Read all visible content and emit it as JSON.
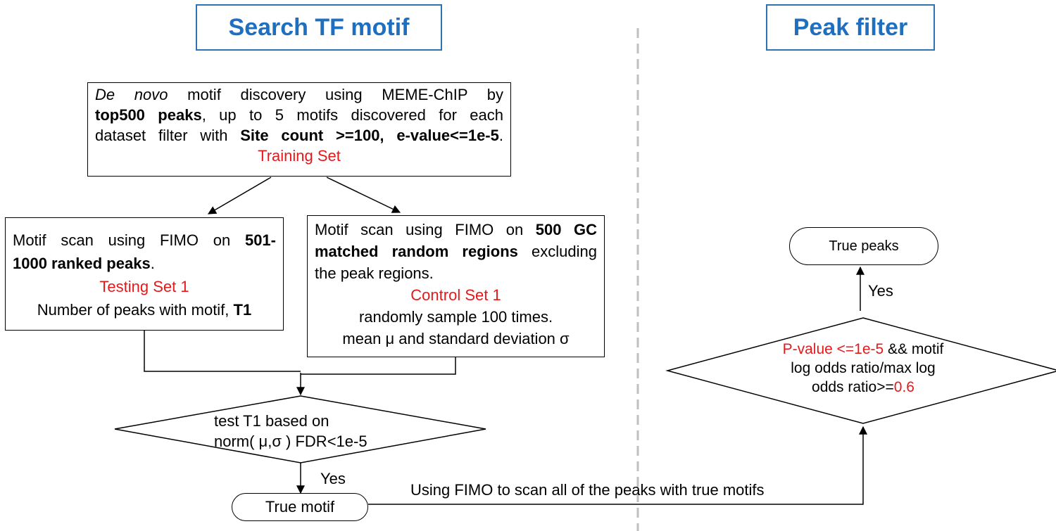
{
  "titles": {
    "left": "Search TF motif",
    "right": "Peak filter"
  },
  "discovery_box": {
    "line1_italic": "De novo",
    "line1_rest": " motif discovery using MEME-ChIP by",
    "line2_bold": "top500 peaks",
    "line2_rest": ", up to 5 motifs discovered for each",
    "line3_start": "dataset filter with ",
    "line3_bold": "Site count >=100, e-value<=1e-5",
    "line3_end": ".",
    "set_label": "Training Set"
  },
  "testing_box": {
    "line1_start": "Motif scan using FIMO on ",
    "line1_bold": "501-",
    "line2_bold": "1000 ranked peaks",
    "line2_end": ".",
    "set_label": "Testing Set 1",
    "line4_start": "Number of peaks with motif, ",
    "line4_bold": "T1"
  },
  "control_box": {
    "line1_start": "Motif scan using FIMO on ",
    "line1_bold": "500 GC",
    "line2_bold": "matched random regions",
    "line2_rest": " excluding",
    "line3": "the peak regions.",
    "set_label": "Control Set 1",
    "line5": "randomly sample 100 times.",
    "line6": "mean μ and standard deviation σ"
  },
  "test_diamond": {
    "line1": "test T1 based on",
    "line2": "norm( μ,σ ) FDR<1e-5"
  },
  "yes_left": "Yes",
  "true_motif": "True motif",
  "scan_label": "Using FIMO to scan all of the peaks with true motifs",
  "filter_diamond": {
    "line1_red": "P-value <=1e-5",
    "line1_rest": " && motif",
    "line2": "log odds ratio/max log",
    "line3_start": "odds ratio>=",
    "line3_red": "0.6"
  },
  "yes_right": "Yes",
  "true_peaks": "True peaks",
  "colors": {
    "title_blue": "#1f6fc1",
    "title_border": "#2e74b5",
    "highlight_red": "#e31a1c",
    "divider_gray": "#bfbfbf"
  }
}
